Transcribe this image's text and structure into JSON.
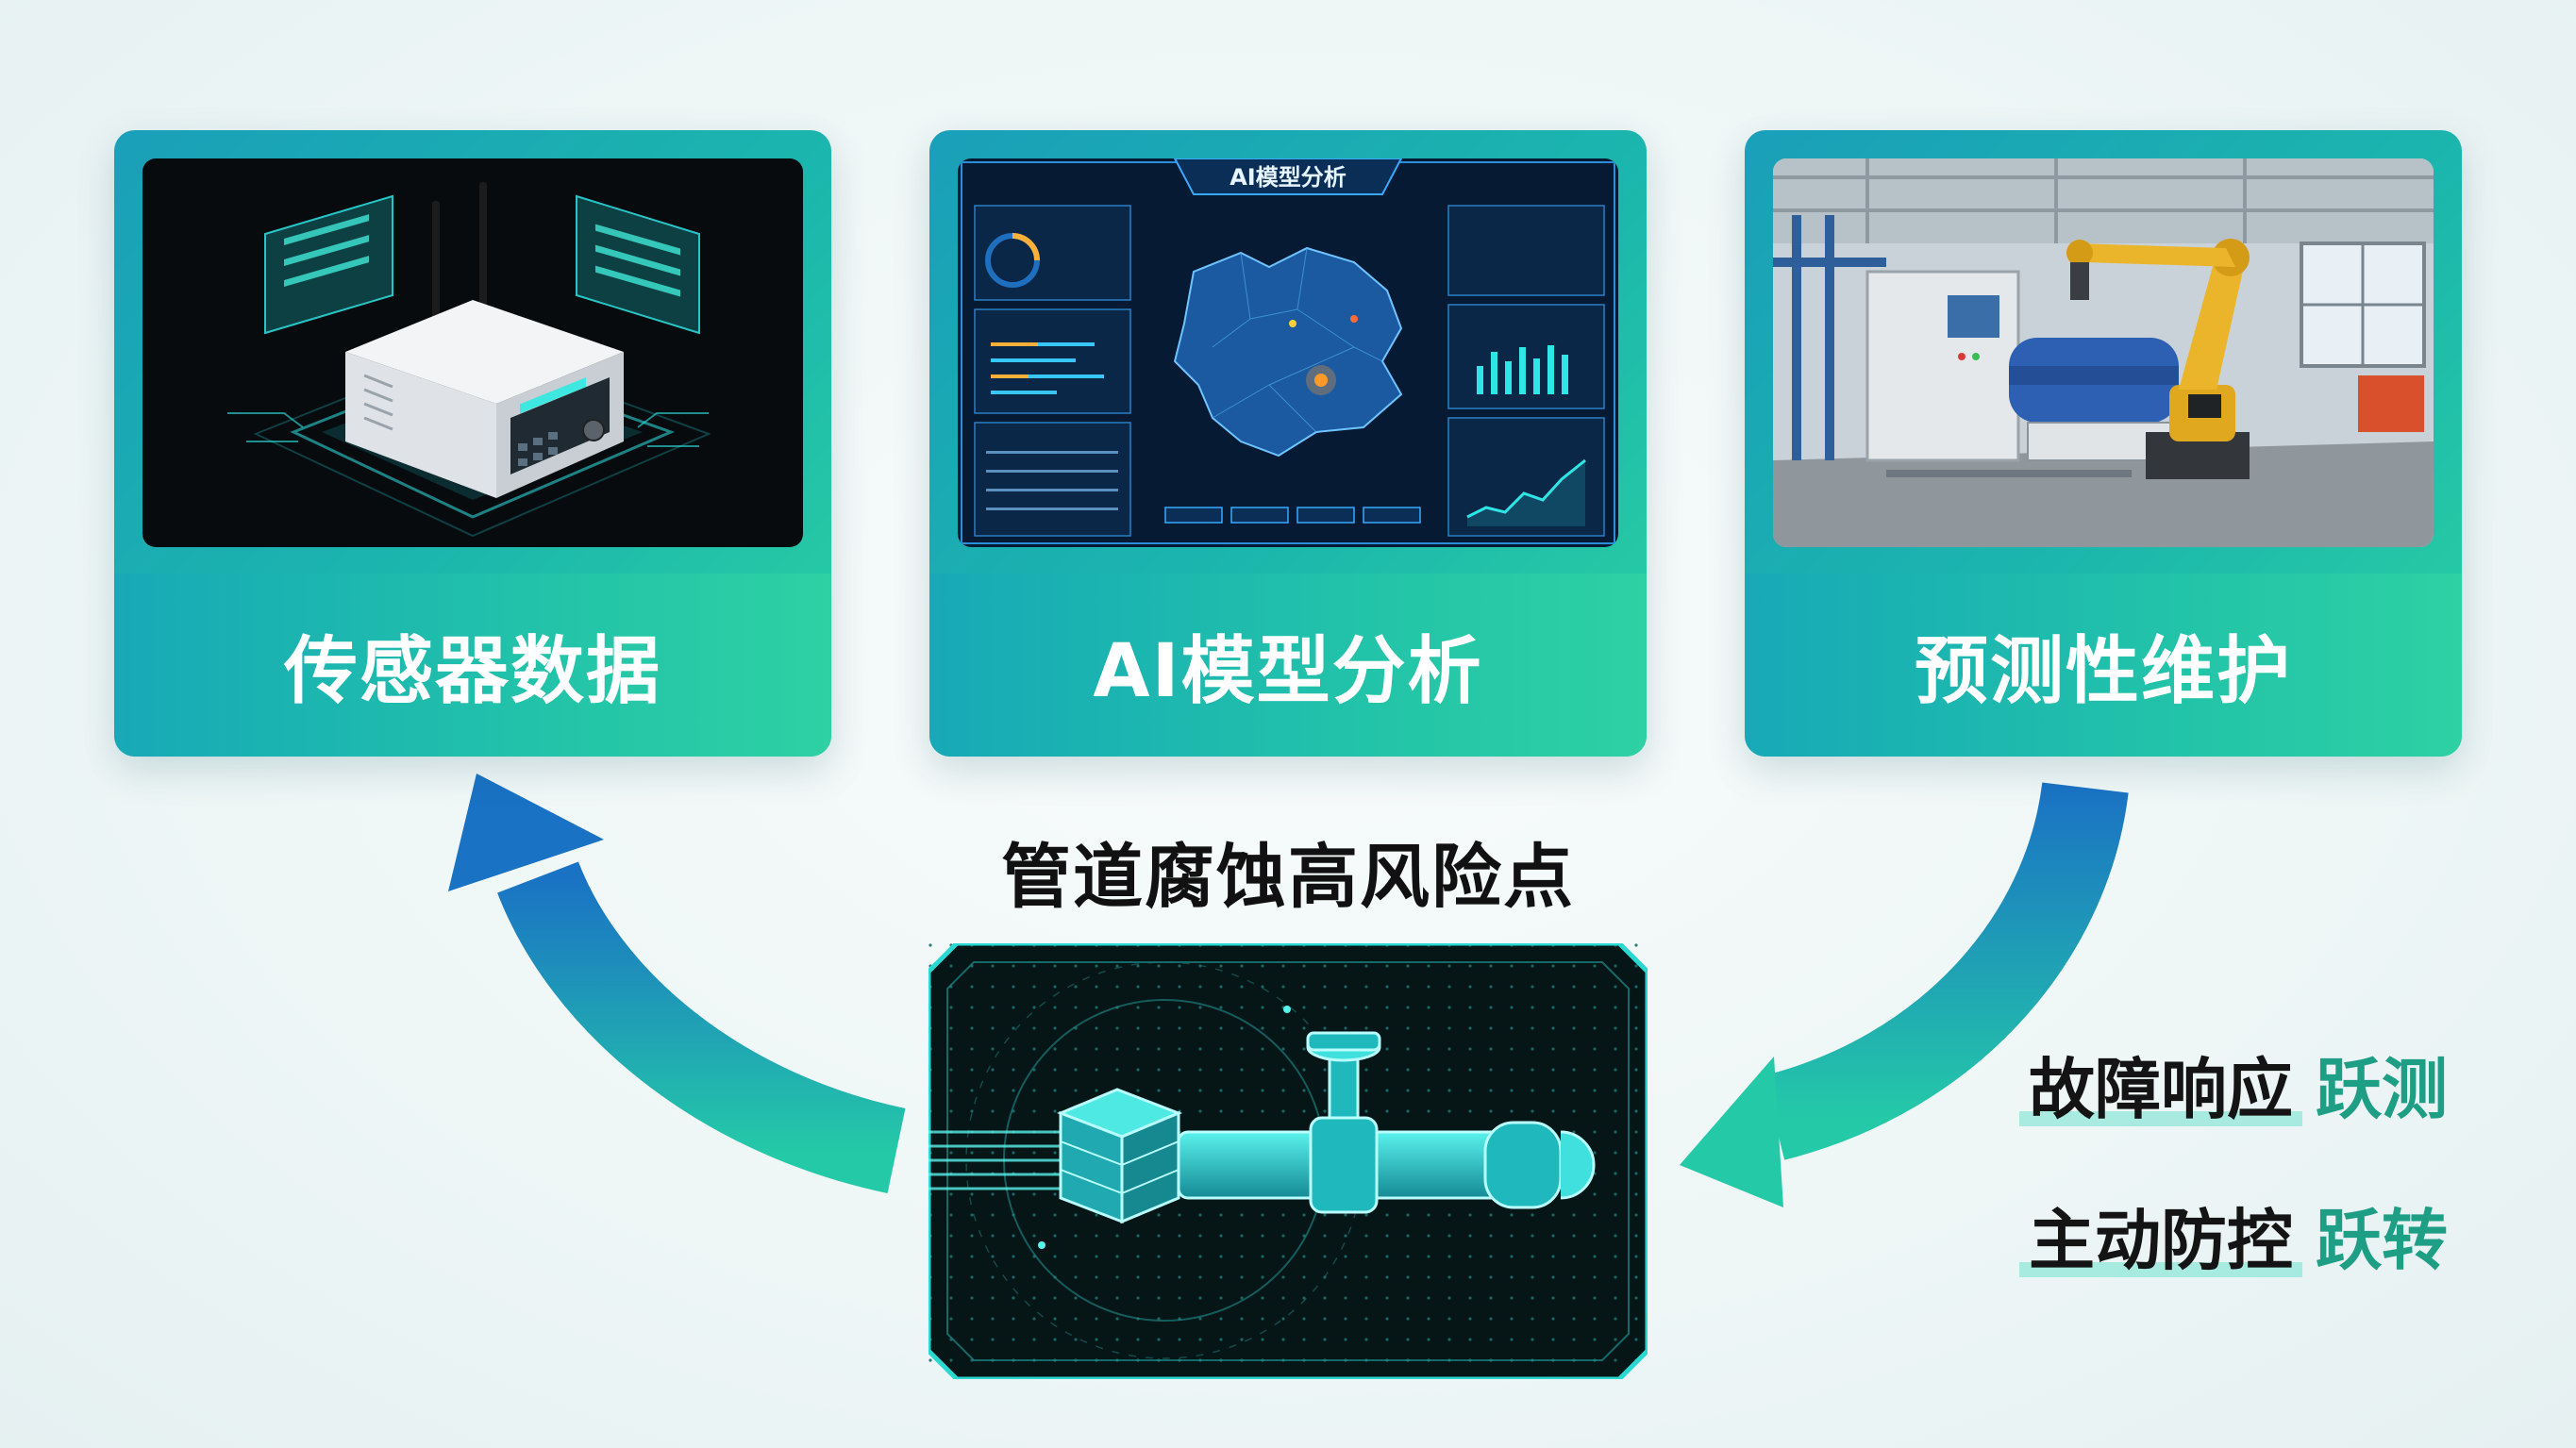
{
  "cards": [
    {
      "id": "sensor",
      "label": "传感器数据"
    },
    {
      "id": "ai",
      "label": "AI模型分析",
      "screen_title": "AI模型分析"
    },
    {
      "id": "maintenance",
      "label": "预测性维护"
    }
  ],
  "center": {
    "title": "管道腐蚀高风险点"
  },
  "side": [
    {
      "text": "故障响应",
      "accent": "跃测"
    },
    {
      "text": "主动防控",
      "accent": "跃转"
    }
  ],
  "colors": {
    "card_gradient_start": "#1a9fb9",
    "card_gradient_end": "#2ad0a2",
    "arrow_blue": "#1a7ec6",
    "arrow_teal": "#24c9a8",
    "glow_cyan": "#2fe6e6",
    "accent_green": "#1f9e86"
  },
  "icons": [
    "router-device-icon",
    "dashboard-map-icon",
    "robot-arm-icon",
    "pipe-valve-icon",
    "cycle-arrow-icon"
  ]
}
